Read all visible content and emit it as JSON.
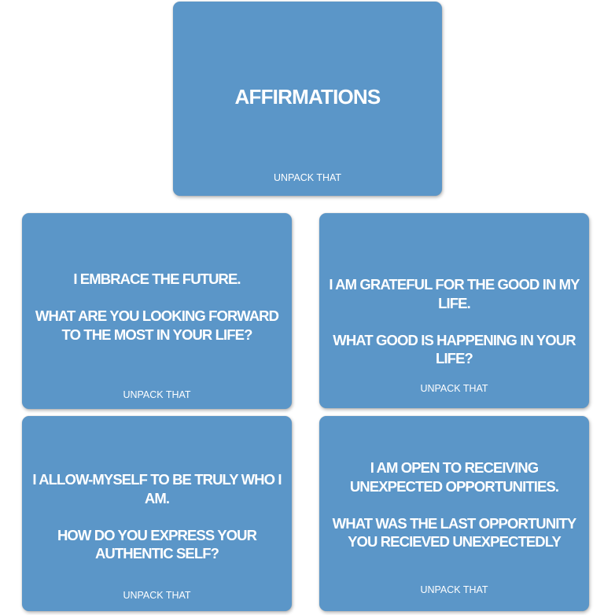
{
  "colors": {
    "card": "#5b96c8",
    "text": "#ffffff",
    "background": "#ffffff"
  },
  "cards": [
    {
      "title": "AFFIRMATIONS",
      "brand": "UNPACK THAT"
    },
    {
      "affirmation": "I EMBRACE THE FUTURE.",
      "question": "WHAT ARE YOU LOOKING FORWARD TO THE MOST IN YOUR LIFE?",
      "brand": "UNPACK THAT"
    },
    {
      "affirmation": "I AM GRATEFUL FOR THE GOOD IN MY LIFE.",
      "question": "WHAT GOOD IS HAPPENING IN YOUR LIFE?",
      "brand": "UNPACK THAT"
    },
    {
      "affirmation": "I ALLOW-MYSELF TO BE TRULY WHO I AM.",
      "question": "HOW DO YOU EXPRESS YOUR AUTHENTIC SELF?",
      "brand": "UNPACK THAT"
    },
    {
      "affirmation": "I AM OPEN TO RECEIVING UNEXPECTED OPPORTUNITIES.",
      "question": "WHAT WAS THE LAST OPPORTUNITY YOU RECIEVED UNEXPECTEDLY",
      "brand": "UNPACK THAT"
    }
  ]
}
